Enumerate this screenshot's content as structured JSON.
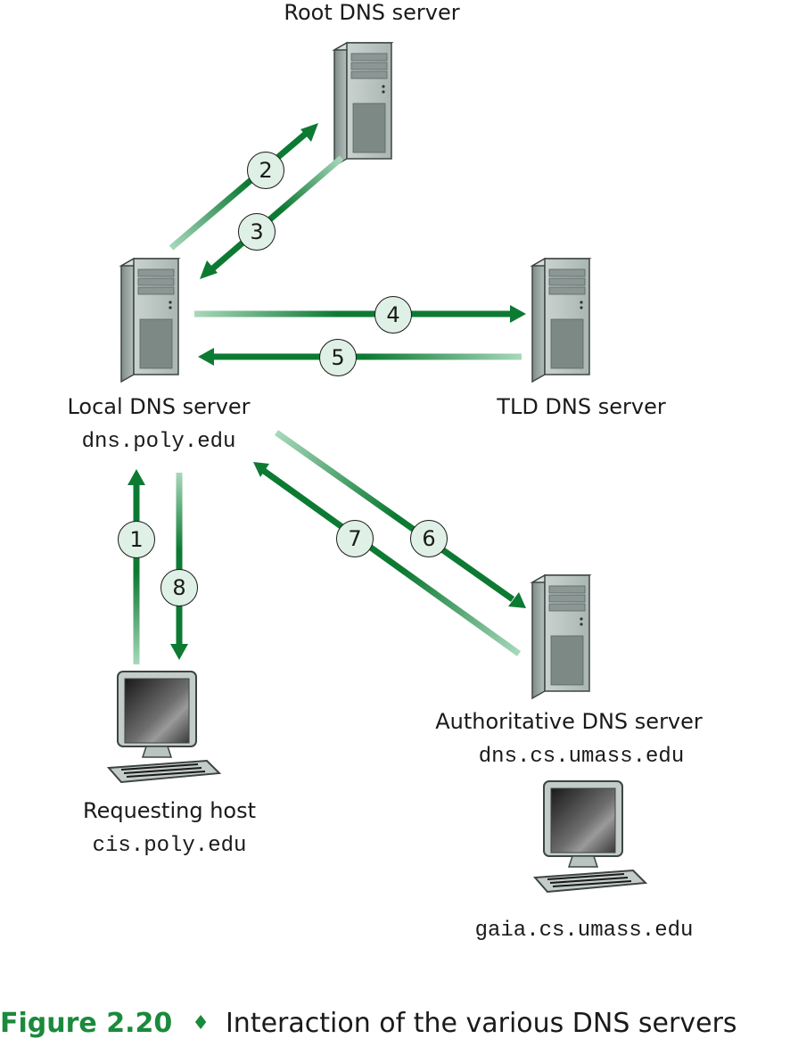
{
  "nodes": {
    "root": {
      "title": "Root DNS server"
    },
    "local": {
      "title": "Local DNS server",
      "hostname": "dns.poly.edu"
    },
    "tld": {
      "title": "TLD DNS server"
    },
    "authoritative": {
      "title": "Authoritative DNS server",
      "hostname": "dns.cs.umass.edu"
    },
    "requesting_host": {
      "title": "Requesting host",
      "hostname": "cis.poly.edu"
    },
    "target_host": {
      "hostname": "gaia.cs.umass.edu"
    }
  },
  "steps": [
    {
      "n": "1",
      "from": "requesting_host",
      "to": "local"
    },
    {
      "n": "2",
      "from": "local",
      "to": "root"
    },
    {
      "n": "3",
      "from": "root",
      "to": "local"
    },
    {
      "n": "4",
      "from": "local",
      "to": "tld"
    },
    {
      "n": "5",
      "from": "tld",
      "to": "local"
    },
    {
      "n": "6",
      "from": "local",
      "to": "authoritative"
    },
    {
      "n": "7",
      "from": "authoritative",
      "to": "local"
    },
    {
      "n": "8",
      "from": "local",
      "to": "requesting_host"
    }
  ],
  "caption": {
    "figure": "Figure 2.20",
    "separator": "♦",
    "text": "Interaction of the various DNS servers"
  },
  "colors": {
    "arrow": "#0d7a33",
    "arrow_faded": "#a8d8bb",
    "badge_fill": "#dff0e6",
    "caption_accent": "#1a8a3c"
  }
}
